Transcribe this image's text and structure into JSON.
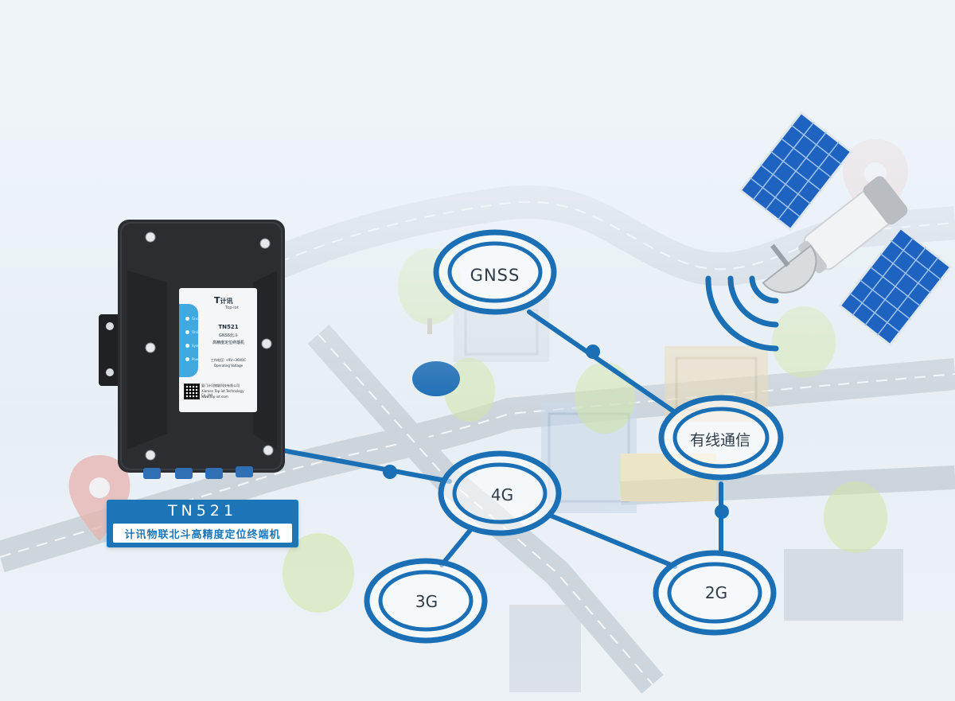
{
  "network": {
    "nodes": {
      "gnss": "GNSS",
      "wired": "有线通信",
      "g4": "4G",
      "g3": "3G",
      "g2": "2G"
    }
  },
  "device": {
    "brand": "计讯",
    "brand_sub": "Top-iot",
    "model": "TN521",
    "line1": "GNSS北斗",
    "line2": "高精度定位终端机",
    "leds": [
      "Gnss",
      "Online",
      "System",
      "Power"
    ],
    "voltage_label": "工作电压: +9V~36VDC",
    "voltage_en": "Operating Voltage",
    "company_cn": "厦门计讯物联科技有限公司",
    "company_en": "Xiamen Top-iot Technology Co.,Ltd",
    "website": "www.top-iot.com"
  },
  "badge": {
    "title": "TN521",
    "subtitle": "计讯物联北斗高精度定位终端机"
  },
  "colors": {
    "accent": "#1c75b7",
    "link": "#1b6fb5",
    "device_body": "#2b2d30",
    "device_stripe": "#3fa9e0"
  }
}
